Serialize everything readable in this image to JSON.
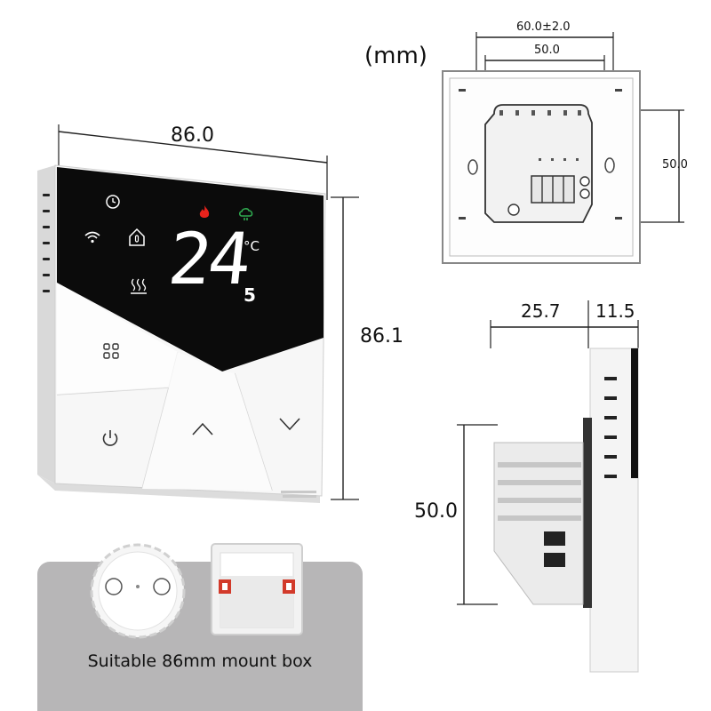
{
  "unit_label": "(mm)",
  "front_view": {
    "width_label": "86.0",
    "height_label": "86.1",
    "display": {
      "temperature_main": "24",
      "temperature_decimal": "5",
      "unit": "°C"
    },
    "icons": [
      "clock-icon",
      "flame-icon",
      "cloud-icon",
      "wifi-icon",
      "house-thermometer-icon",
      "floor-heating-icon"
    ],
    "buttons": [
      "menu-button",
      "power-button",
      "up-button",
      "down-button"
    ]
  },
  "back_view": {
    "outer_width_label": "60.0±2.0",
    "inner_width_label": "50.0",
    "height_label": "50.0"
  },
  "side_view": {
    "depth_back_label": "25.7",
    "depth_front_label": "11.5",
    "height_label": "50.0"
  },
  "mount_box": {
    "caption": "Suitable 86mm mount box"
  },
  "colors": {
    "screen": "#0b0b0b",
    "flame": "#e8231c",
    "cloud": "#2fa84f",
    "panel_gray": "#b7b6b7"
  }
}
